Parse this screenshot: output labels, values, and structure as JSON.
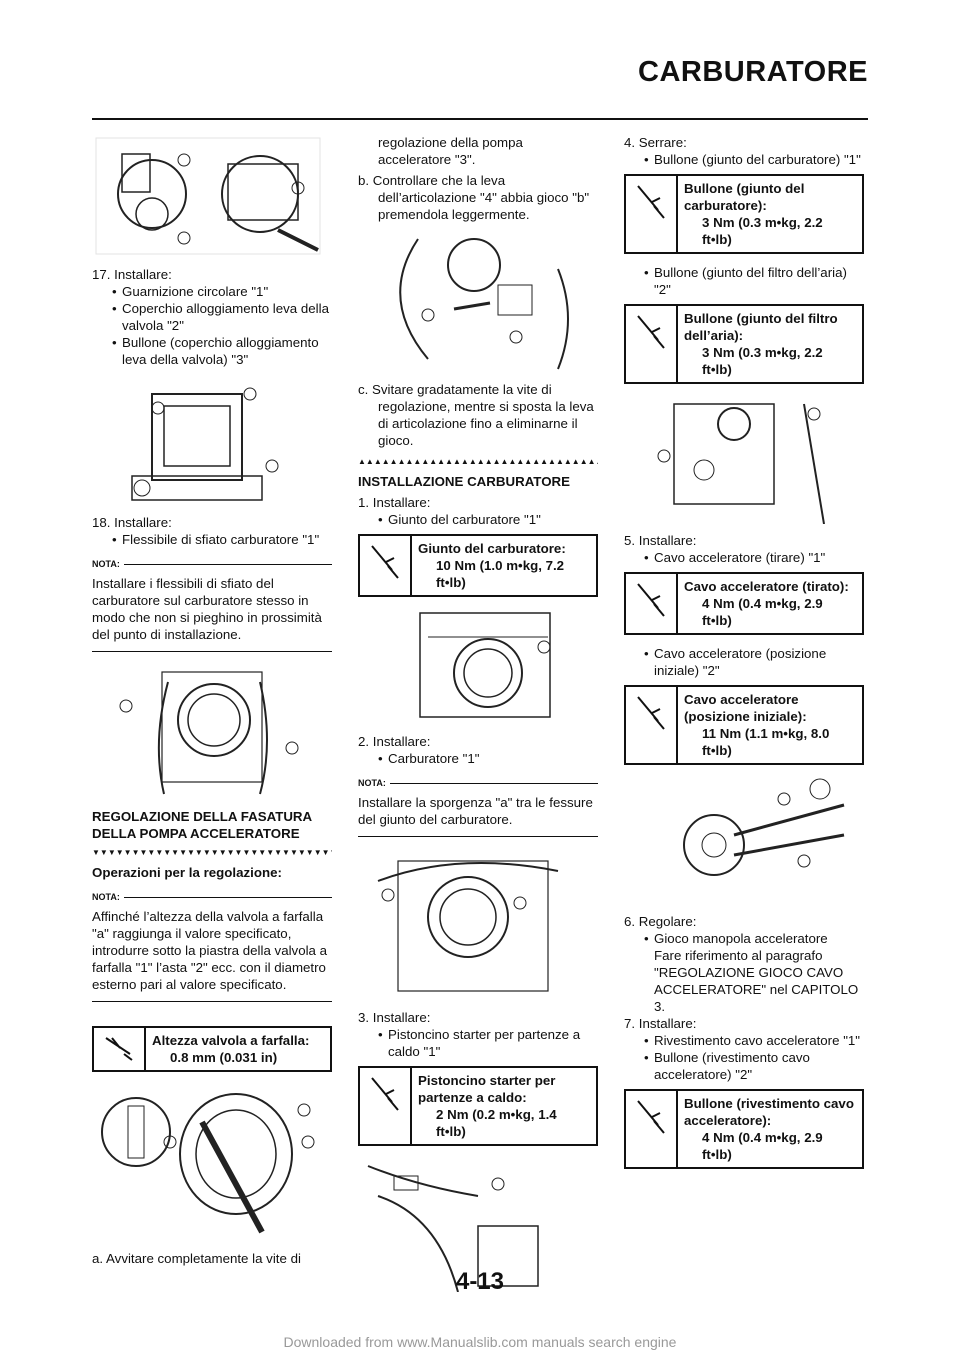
{
  "header": {
    "title": "CARBURATORE"
  },
  "col1": {
    "step17": {
      "label": "17. Installare:",
      "items": [
        "Guarnizione circolare \"1\"",
        "Coperchio alloggiamento leva della valvola \"2\"",
        "Bullone (coperchio alloggiamento leva della valvola) \"3\""
      ]
    },
    "step18": {
      "label": "18. Installare:",
      "items": [
        "Flessibile di sfiato carburatore \"1\""
      ]
    },
    "nota1": {
      "label": "NOTA:",
      "text": "Installare i flessibili di sfiato del carburatore sul carburatore stesso in modo che non si pieghino in prossimità del punto di installazione."
    },
    "section": "REGOLAZIONE DELLA FASATURA DELLA POMPA ACCELERATORE",
    "sub_head": "Operazioni per la regolazione:",
    "nota2": {
      "label": "NOTA:",
      "text": "Affinché l’altezza della valvola a farfalla \"a\" raggiunga il valore specificato, introdurre sotto la piastra della valvola a farfalla \"1\" l’asta \"2\" ecc. con il diametro esterno pari al valore specificato."
    },
    "spec": {
      "name": "Altezza valvola a farfalla:",
      "value": "0.8 mm (0.031 in)"
    },
    "step_a": "a.  Avvitare completamente la vite di"
  },
  "col2": {
    "cont": "regolazione della pompa acceleratore \"3\".",
    "step_b": "b.  Controllare che la leva dell’articolazione \"4\" abbia gioco \"b\" premendola leggermente.",
    "step_c": "c.  Svitare gradatamente la vite di regolazione, mentre si sposta la leva di articolazione fino a eliminarne il gioco.",
    "section": "INSTALLAZIONE CARBURATORE",
    "step1": {
      "label": "1.  Installare:",
      "items": [
        "Giunto del carburatore \"1\""
      ]
    },
    "spec1": {
      "name": "Giunto del carburatore:",
      "value": "10 Nm (1.0 m•kg, 7.2 ft•lb)"
    },
    "step2": {
      "label": "2.  Installare:",
      "items": [
        "Carburatore \"1\""
      ]
    },
    "nota": {
      "label": "NOTA:",
      "text": "Installare la sporgenza \"a\" tra le fessure del giunto del carburatore."
    },
    "step3": {
      "label": "3.  Installare:",
      "items": [
        "Pistoncino starter per partenze a caldo \"1\""
      ]
    },
    "spec3": {
      "name": "Pistoncino starter per partenze a caldo:",
      "value": "2 Nm (0.2 m•kg, 1.4 ft•lb)"
    }
  },
  "col3": {
    "step4": {
      "label": "4.  Serrare:",
      "item1": "Bullone (giunto del carburatore) \"1\"",
      "item2": "Bullone (giunto del filtro dell’aria) \"2\""
    },
    "spec4a": {
      "name": "Bullone (giunto del carburatore):",
      "value": "3 Nm (0.3 m•kg, 2.2 ft•lb)"
    },
    "spec4b": {
      "name": "Bullone (giunto del filtro dell’aria):",
      "value": "3 Nm (0.3 m•kg, 2.2 ft•lb)"
    },
    "step5": {
      "label": "5.  Installare:",
      "item1": "Cavo acceleratore (tirare) \"1\"",
      "item2": "Cavo acceleratore (posizione iniziale) \"2\""
    },
    "spec5a": {
      "name": "Cavo acceleratore (tirato):",
      "value": "4 Nm (0.4 m•kg, 2.9 ft•lb)"
    },
    "spec5b": {
      "name": "Cavo acceleratore (posizione iniziale):",
      "value": "11 Nm (1.1 m•kg, 8.0 ft•lb)"
    },
    "step6": {
      "label": "6.  Regolare:",
      "item": "Gioco manopola acceleratore",
      "note": "Fare riferimento al paragrafo \"REGOLAZIONE GIOCO CAVO ACCELERATORE\" nel CAPITOLO 3."
    },
    "step7": {
      "label": "7.  Installare:",
      "item1": "Rivestimento cavo acceleratore \"1\"",
      "item2": "Bullone (rivestimento cavo acceleratore) \"2\""
    },
    "spec7": {
      "name": "Bullone (rivestimento cavo acceleratore):",
      "value": "4 Nm (0.4 m•kg, 2.9 ft•lb)"
    }
  },
  "page_number": "4-13",
  "footer": "Downloaded from www.Manualslib.com manuals search engine"
}
